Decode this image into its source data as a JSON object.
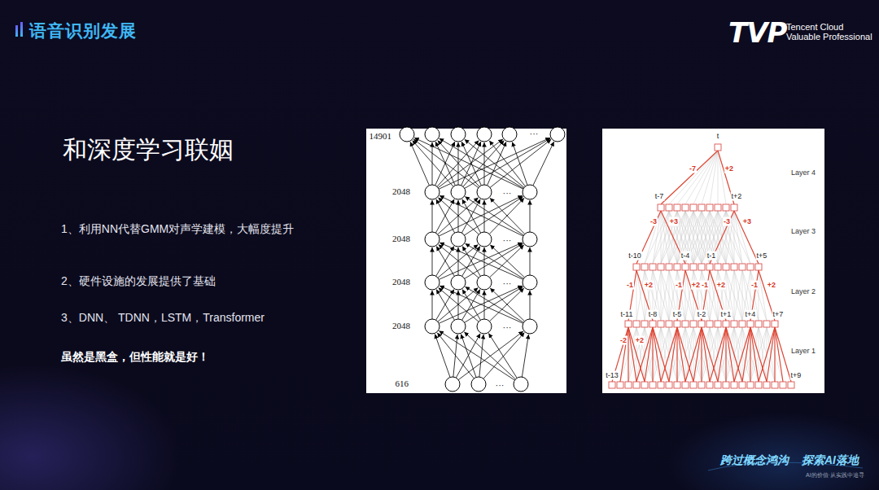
{
  "diagram": {
    "title": "语音识别发展",
    "labels": [
      "TVP",
      "Tencent Cloud",
      "Valuable Professional",
      "和深度学习联姻",
      "1、利用NN代替GMM对声学建模，大幅度提升",
      "2、硬件设施的发展提供了基础",
      "3、DNN、 TDNN，LSTM，Transformer",
      "虽然是黑盒，但性能就是好！",
      "14901",
      "2048",
      "2048",
      "2048",
      "2048",
      "616",
      "···",
      "···",
      "···",
      "···",
      "···",
      "···",
      "t",
      "-7",
      "+2",
      "t-7",
      "t+2",
      "-3",
      "+3",
      "-3",
      "+3",
      "t-10",
      "t-4",
      "t-1",
      "t+5",
      "-1",
      "+2",
      "-1",
      "+2",
      "-1",
      "+2",
      "-1",
      "+2",
      "t-11",
      "t-8",
      "t-5",
      "t-2",
      "t+1",
      "t+4",
      "t+7",
      "-2",
      "+2",
      "t-13",
      "t+9",
      "Layer 4",
      "Layer 3",
      "Layer 2",
      "Layer 1",
      "跨过概念鸿沟",
      "探索AI落地",
      "AI的价值·从实践中追寻"
    ]
  }
}
